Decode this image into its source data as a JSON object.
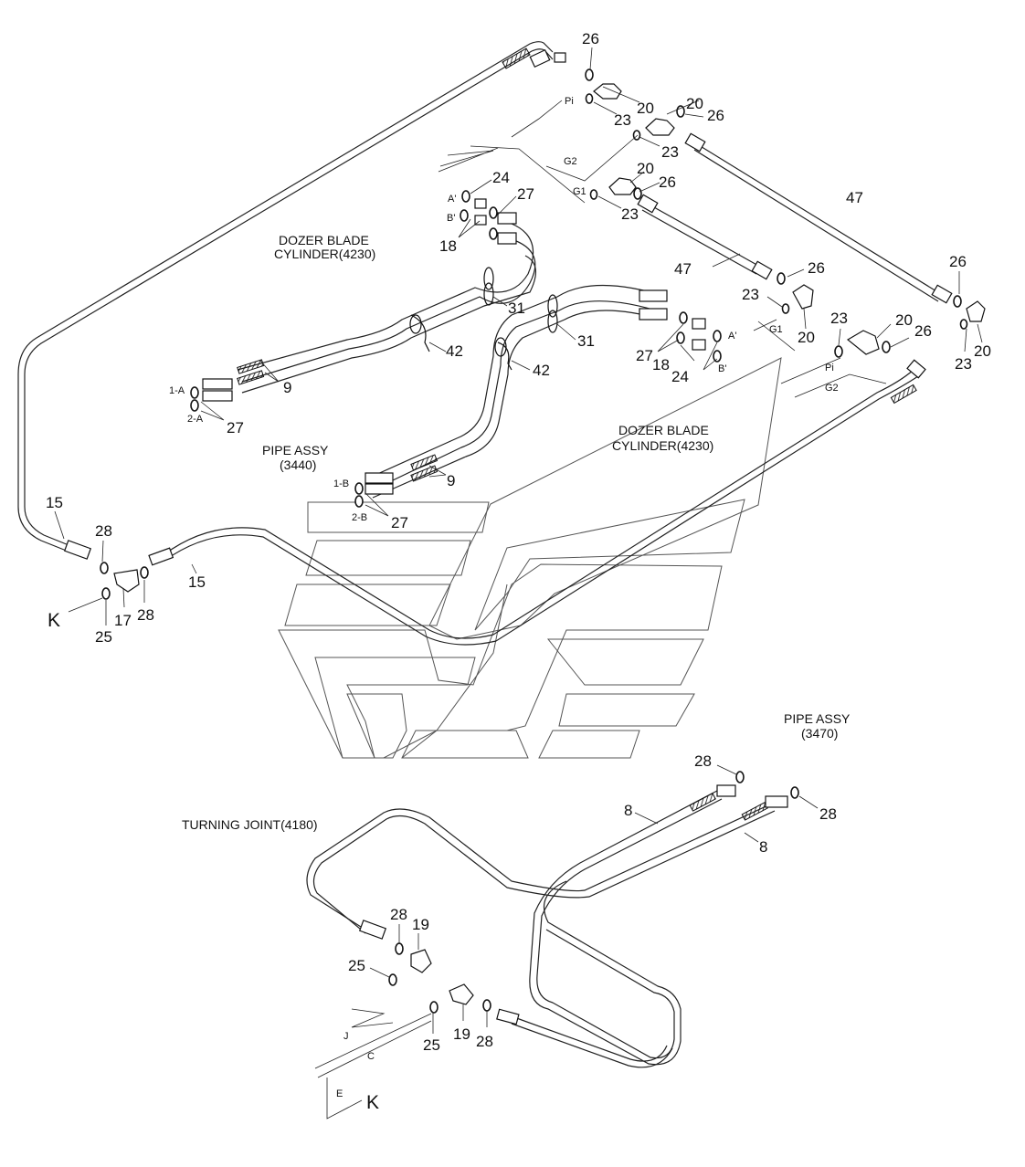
{
  "captions": {
    "dozer_blade_1_line1": "DOZER BLADE",
    "dozer_blade_1_line2": "CYLINDER(4230)",
    "dozer_blade_2_line1": "DOZER BLADE",
    "dozer_blade_2_line2": "CYLINDER(4230)",
    "pipe_assy_1_line1": "PIPE ASSY",
    "pipe_assy_1_line2": "(3440)",
    "pipe_assy_2_line1": "PIPE ASSY",
    "pipe_assy_2_line2": "(3470)",
    "turning_joint": "TURNING JOINT(4180)"
  },
  "port_labels": {
    "pi_top": "Pi",
    "g2_top": "G2",
    "g1_top": "G1",
    "a_prime_left": "A'",
    "b_prime_left": "B'",
    "a_prime_right": "A'",
    "b_prime_right": "B'",
    "g1_right": "G1",
    "pi_right": "Pi",
    "g2_right": "G2",
    "port_1a": "1-A",
    "port_2a": "2-A",
    "port_1b": "1-B",
    "port_2b": "2-B",
    "j": "J",
    "c": "C",
    "e": "E",
    "k_left": "K",
    "k_bottom": "K"
  },
  "part_numbers": {
    "n26_top": "26",
    "n20_top": "20",
    "n23_top": "23",
    "n20_top2": "20",
    "n26_top2": "26",
    "n23_top2": "23",
    "n24_left": "24",
    "n27_left": "27",
    "n20_mid": "20",
    "n26_mid": "26",
    "n23_mid": "23",
    "n47_right": "47",
    "n18_left": "18",
    "n47_mid": "47",
    "n26_mid2": "26",
    "n23_mid2": "23",
    "n20_mid2": "20",
    "n26_far": "26",
    "n31_a": "31",
    "n31_b": "31",
    "n23_far": "23",
    "n20_far": "20",
    "n26_far2": "26",
    "n42_a": "42",
    "n27_right": "27",
    "n18_right": "18",
    "n24_right": "24",
    "n42_b": "42",
    "n23_far2": "23",
    "n20_far2": "20",
    "n9_a": "9",
    "n27_a": "27",
    "n9_b": "9",
    "n27_b": "27",
    "n15_a": "15",
    "n28_a": "28",
    "n15_b": "15",
    "n17": "17",
    "n28_b": "28",
    "n25_a": "25",
    "n28_c": "28",
    "n8_a": "8",
    "n28_d": "28",
    "n8_b": "8",
    "n28_e": "28",
    "n19_a": "19",
    "n25_b": "25",
    "n25_c": "25",
    "n19_b": "19",
    "n28_f": "28"
  }
}
